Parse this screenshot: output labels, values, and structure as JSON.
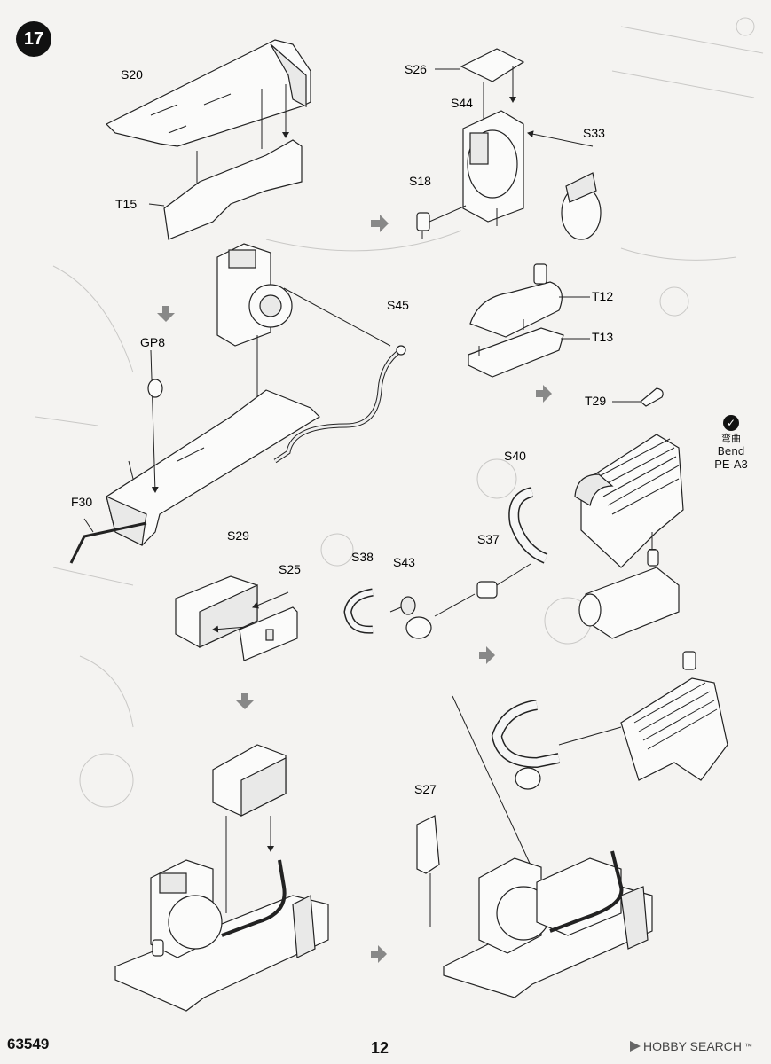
{
  "step": {
    "number": "17"
  },
  "parts": {
    "S20": "S20",
    "T15": "T15",
    "S26": "S26",
    "S44": "S44",
    "S33": "S33",
    "S18": "S18",
    "S45": "S45",
    "T12": "T12",
    "T13": "T13",
    "GP8": "GP8",
    "T29": "T29",
    "F30": "F30",
    "S29": "S29",
    "S25": "S25",
    "S40": "S40",
    "S38": "S38",
    "S43": "S43",
    "S37": "S37",
    "S27": "S27"
  },
  "bend_note": {
    "chinese": "弯曲",
    "english": "Bend",
    "part": "PE-A3"
  },
  "footer": {
    "kit_number": "63549",
    "page_number": "12",
    "brand": "HOBBY SEARCH",
    "trademark": "™"
  }
}
